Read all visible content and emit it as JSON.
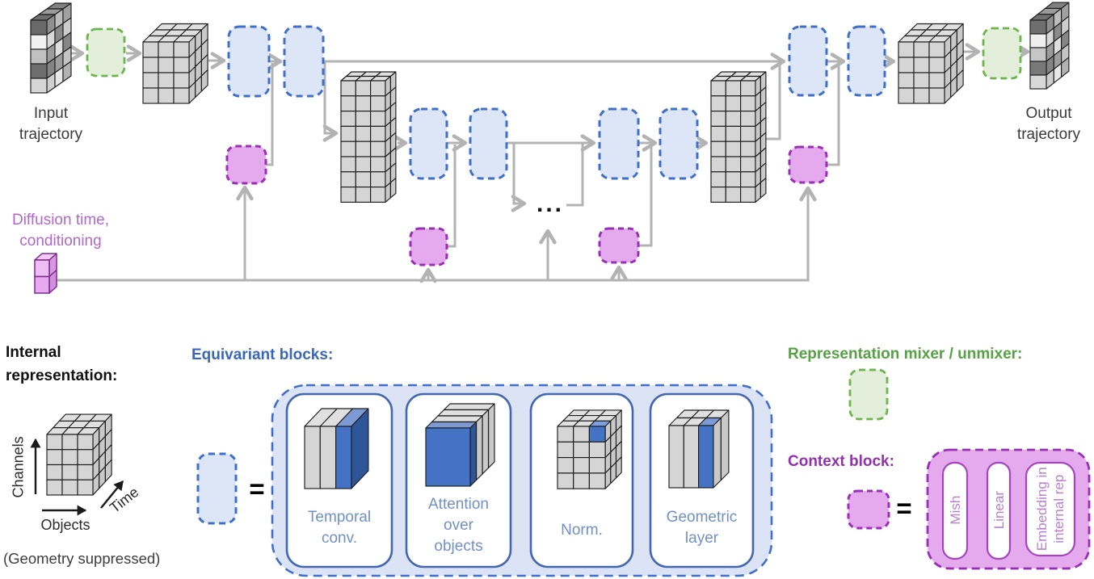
{
  "colors": {
    "blue_accent": "#3f6fc9",
    "blue_fill": "#dce6f6",
    "blue_container_fill": "#dbe3f5",
    "blue_solid_border": "#4468b0",
    "blue_label": "#7090c8",
    "blue_cube": "#4472c4",
    "blue_cube_top": "#7e9ad4",
    "blue_cube_side": "#2e5597",
    "green_accent": "#6cb44c",
    "green_fill": "#e3efda",
    "green_title": "#56a143",
    "purple_accent": "#9a2fb5",
    "purple_fill": "#e5a9ee",
    "purple_title": "#9231ad",
    "purple_light_text": "#b168c9",
    "pill_label": "#bb7fd0",
    "arrow_gray": "#b3b3b3",
    "cube_gray": "#d5d5d5"
  },
  "flow": {
    "input_label": "Input\ntrajectory",
    "output_label": "Output\ntrajectory",
    "conditioning_label": "Diffusion time,\nconditioning",
    "ellipsis": "..."
  },
  "legend": {
    "internal": {
      "title": "Internal\nrepresentation:",
      "axis_y": "Channels",
      "axis_x": "Objects",
      "axis_z": "Time",
      "note": "(Geometry suppressed)"
    },
    "equivariant": {
      "title": "Equivariant blocks:",
      "equals": "=",
      "steps": [
        {
          "label": "Temporal\nconv."
        },
        {
          "label": "Attention\nover\nobjects"
        },
        {
          "label": "Norm."
        },
        {
          "label": "Geometric\nlayer"
        }
      ]
    },
    "mixer": {
      "title": "Representation mixer / unmixer:"
    },
    "context": {
      "title": "Context block:",
      "equals": "=",
      "steps": [
        {
          "label": "Mish"
        },
        {
          "label": "Linear"
        },
        {
          "label": "Embedding in\ninternal rep"
        }
      ]
    }
  }
}
